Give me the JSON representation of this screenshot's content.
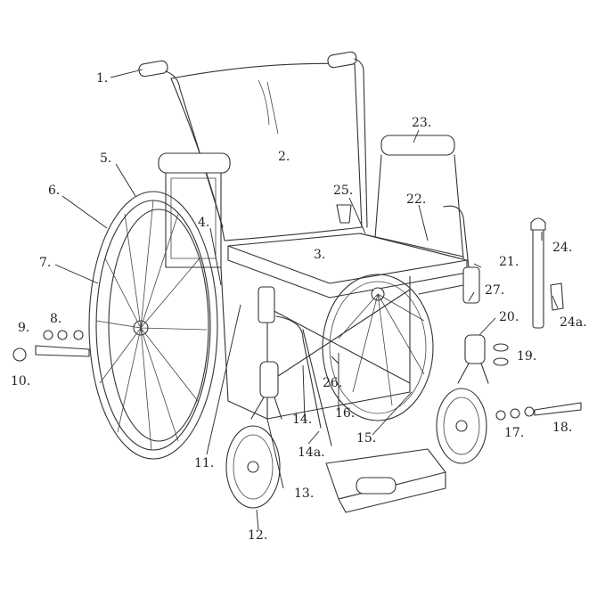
{
  "labels": [
    "1.",
    "2.",
    "3.",
    "4.",
    "5.",
    "6.",
    "7.",
    "8.",
    "9.",
    "10.",
    "11.",
    "12.",
    "13.",
    "14.",
    "14a.",
    "15.",
    "16.",
    "17.",
    "18.",
    "19.",
    "20.",
    "21.",
    "22.",
    "23.",
    "24.",
    "24a.",
    "25.",
    "26.",
    "27."
  ]
}
